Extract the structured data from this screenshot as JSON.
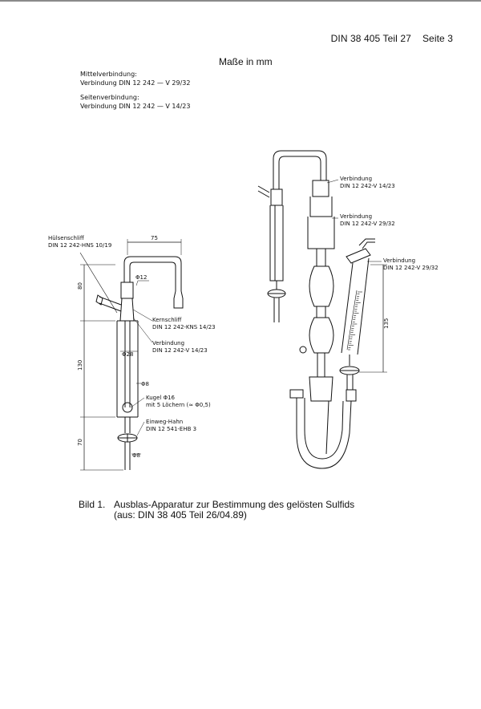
{
  "header": {
    "standard": "DIN 38 405 Teil 27",
    "page": "Seite 3"
  },
  "units_note": "Maße in mm",
  "specs": {
    "mittel_title": "Mittelverbindung:",
    "mittel_value": "Verbindung DIN 12 242 — V 29/32",
    "seiten_title": "Seitenverbindung:",
    "seiten_value": "Verbindung DIN 12 242 — V 14/23"
  },
  "left_figure": {
    "huelsen_title": "Hülsenschliff",
    "huelsen_value": "DIN 12 242-HNS 10/19",
    "dim_75": "75",
    "dim_80": "80",
    "dim_130": "130",
    "dim_70": "70",
    "phi12": "Φ12",
    "phi28": "Φ28",
    "phi8_upper": "Φ8",
    "phi8_lower": "Φ8",
    "kern_title": "Kernschliff",
    "kern_value": "DIN 12 242-KNS 14/23",
    "verb_title": "Verbindung",
    "verb_value": "DIN 12 242-V 14/23",
    "kugel_title": "Kugel Φ16",
    "kugel_value": "mit 5 Löchern (≈ Φ0,5)",
    "hahn_title": "Einweg-Hahn",
    "hahn_value": "DIN 12 541-EHB 3"
  },
  "right_figure": {
    "v1_title": "Verbindung",
    "v1_value": "DIN 12 242-V 14/23",
    "v2_title": "Verbindung",
    "v2_value": "DIN 12 242-V 29/32",
    "v3_title": "Verbindung",
    "v3_value": "DIN 12 242-V 29/32",
    "dim_135": "135"
  },
  "caption": {
    "number": "Bild 1.",
    "line1": "Ausblas-Apparatur zur Bestimmung des gelösten Sulfids",
    "line2": "(aus: DIN 38 405 Teil 26/04.89)"
  }
}
